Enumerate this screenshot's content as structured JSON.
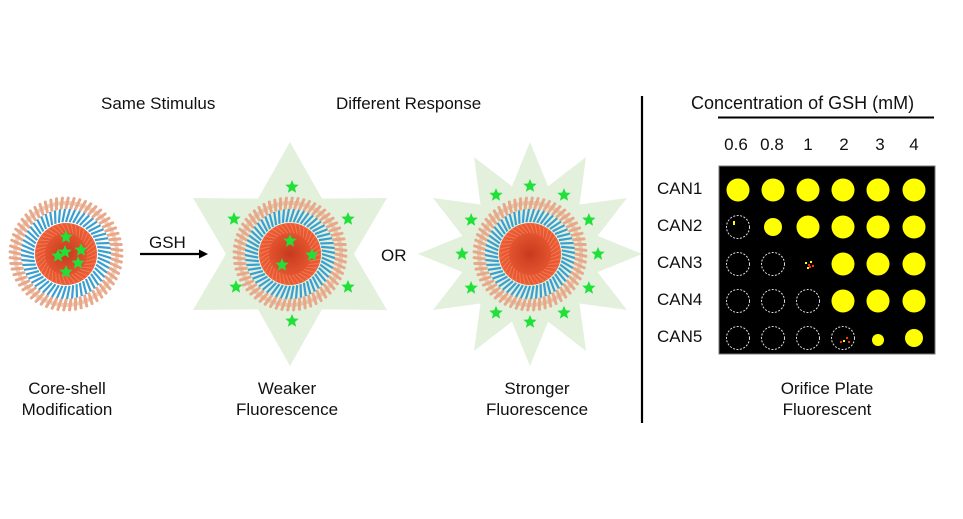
{
  "headings": {
    "left": "Same Stimulus",
    "middle": "Different Response",
    "right": "Concentration of GSH (mM)"
  },
  "arrow_label": "GSH",
  "or_label": "OR",
  "captions": {
    "core_shell": [
      "Core-shell",
      "Modification"
    ],
    "weaker": [
      "Weaker",
      "Fluorescence"
    ],
    "stronger": [
      "Stronger",
      "Fluorescence"
    ],
    "plate": [
      "Orifice Plate",
      "Fluorescent"
    ]
  },
  "colors": {
    "core": "#e8502a",
    "middle_shell": "#3a9fd0",
    "outer_shell": "#e7a98a",
    "star": "#22e03a",
    "halo": "#e3f0dc",
    "plate_bg": "#000000",
    "spot": "#ffff00",
    "empty_ring": "#dddddd"
  },
  "plate": {
    "columns": [
      "0.6",
      "0.8",
      "1",
      "2",
      "3",
      "4"
    ],
    "rows": [
      {
        "label": "CAN1",
        "cells": [
          "full",
          "full",
          "full",
          "full",
          "full",
          "full"
        ]
      },
      {
        "label": "CAN2",
        "cells": [
          "trace",
          "medium",
          "full",
          "full",
          "full",
          "full"
        ]
      },
      {
        "label": "CAN3",
        "cells": [
          "empty",
          "empty",
          "speckle",
          "full",
          "full",
          "full"
        ]
      },
      {
        "label": "CAN4",
        "cells": [
          "empty",
          "empty",
          "empty",
          "full",
          "full",
          "full"
        ]
      },
      {
        "label": "CAN5",
        "cells": [
          "empty",
          "empty",
          "empty",
          "ring-speckle",
          "small",
          "medium"
        ]
      }
    ]
  }
}
